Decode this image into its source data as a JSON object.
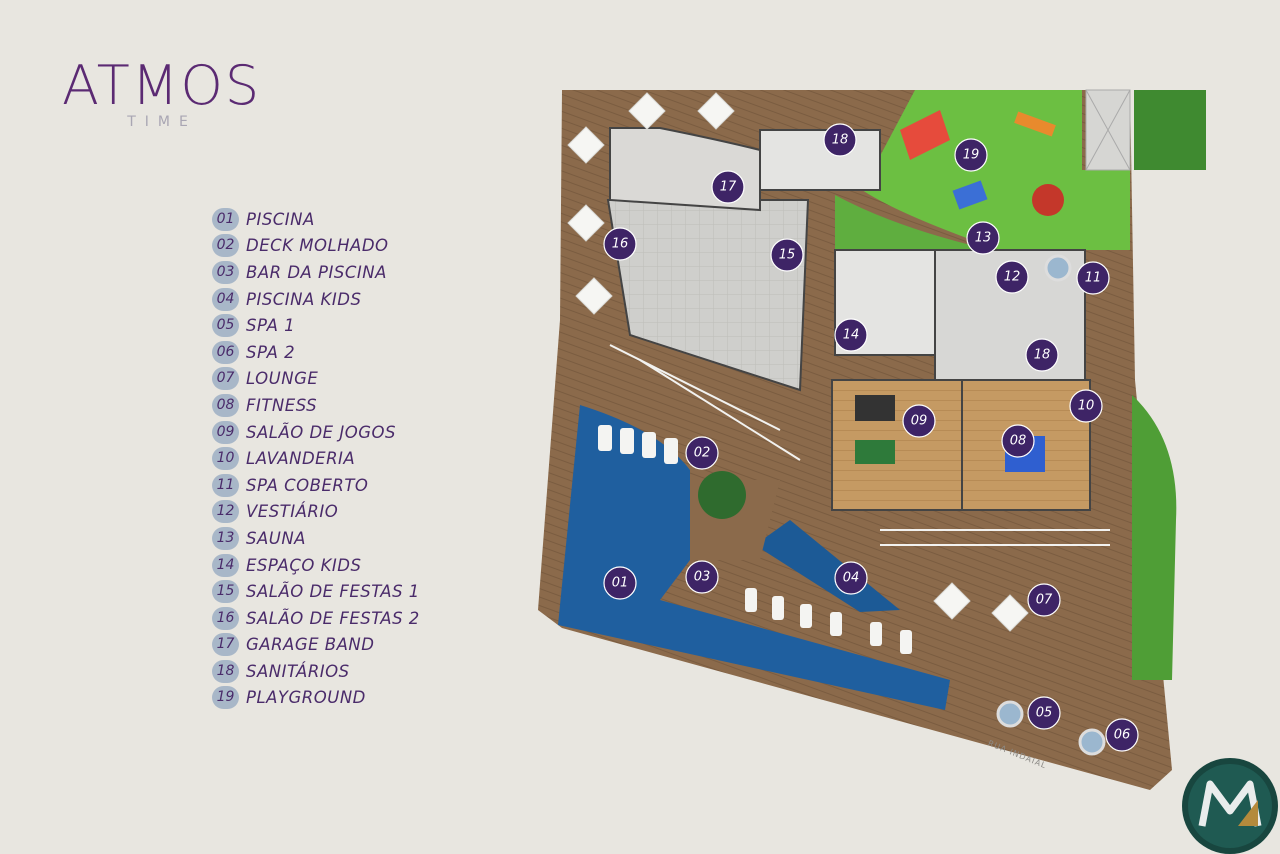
{
  "logo": {
    "title": "ATMOS",
    "subtitle": "TIME"
  },
  "legend": [
    {
      "num": "01",
      "label": "PISCINA"
    },
    {
      "num": "02",
      "label": "DECK MOLHADO"
    },
    {
      "num": "03",
      "label": "BAR DA PISCINA"
    },
    {
      "num": "04",
      "label": "PISCINA KIDS"
    },
    {
      "num": "05",
      "label": "SPA 1"
    },
    {
      "num": "06",
      "label": "SPA 2"
    },
    {
      "num": "07",
      "label": "LOUNGE"
    },
    {
      "num": "08",
      "label": "FITNESS"
    },
    {
      "num": "09",
      "label": "SALÃO DE JOGOS"
    },
    {
      "num": "10",
      "label": "LAVANDERIA"
    },
    {
      "num": "11",
      "label": "SPA COBERTO"
    },
    {
      "num": "12",
      "label": "VESTIÁRIO"
    },
    {
      "num": "13",
      "label": "SAUNA"
    },
    {
      "num": "14",
      "label": "ESPAÇO KIDS"
    },
    {
      "num": "15",
      "label": "SALÃO DE FESTAS 1"
    },
    {
      "num": "16",
      "label": "SALÃO DE FESTAS 2"
    },
    {
      "num": "17",
      "label": "GARAGE BAND"
    },
    {
      "num": "18",
      "label": "SANITÁRIOS"
    },
    {
      "num": "19",
      "label": "PLAYGROUND"
    }
  ],
  "map_markers": {
    "m01": "01",
    "m02": "02",
    "m03": "03",
    "m04": "04",
    "m05": "05",
    "m06": "06",
    "m07": "07",
    "m08": "08",
    "m09": "09",
    "m10": "10",
    "m11": "11",
    "m12": "12",
    "m13": "13",
    "m14": "14",
    "m15": "15",
    "m16": "16",
    "m17": "17",
    "m18a": "18",
    "m18b": "18",
    "m19": "19"
  },
  "street_label": "RUA INDAIAL",
  "colors": {
    "brand_purple": "#5b2a73",
    "marker": "#3e2466",
    "badge": "#a8b7c8",
    "deck": "#8a6a4a",
    "pool": "#1f5f9f",
    "grass": "#5fb33a"
  }
}
